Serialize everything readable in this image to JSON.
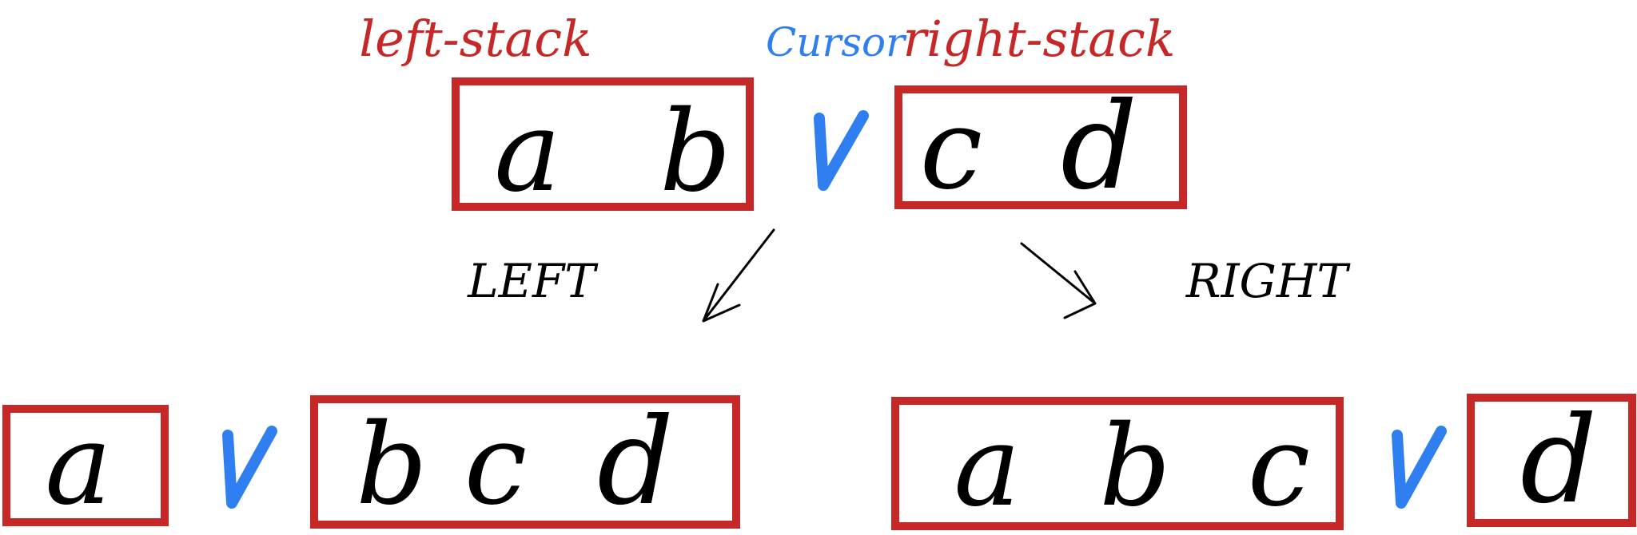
{
  "labels": {
    "left_stack": "left-stack",
    "cursor": "Cursor",
    "right_stack": "right-stack"
  },
  "state_top": {
    "left": [
      "a",
      "b"
    ],
    "right": [
      "c",
      "d"
    ]
  },
  "ops": {
    "left_op": "LEFT",
    "right_op": "RIGHT"
  },
  "state_left": {
    "left": [
      "a"
    ],
    "right": [
      "b",
      "c",
      "d"
    ]
  },
  "state_right": {
    "left": [
      "a",
      "b",
      "c"
    ],
    "right": [
      "d"
    ]
  },
  "colors": {
    "box": "#c62828",
    "cursor": "#2f7ff0",
    "ink": "#000000",
    "label": "#c62828"
  }
}
